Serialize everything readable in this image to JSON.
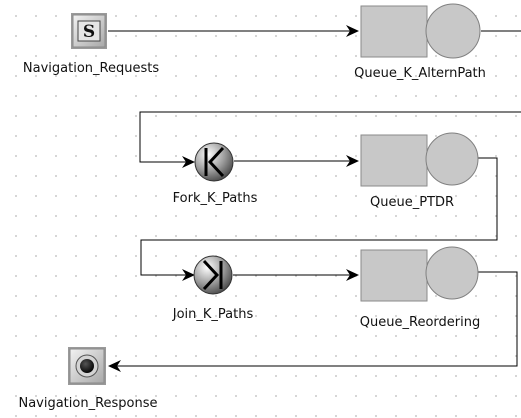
{
  "nodes": {
    "source": {
      "label": "Navigation_Requests",
      "symbol": "S"
    },
    "queue_altern": {
      "label": "Queue_K_AlternPath"
    },
    "fork": {
      "label": "Fork_K_Paths",
      "symbol": "K"
    },
    "queue_ptdr": {
      "label": "Queue_PTDR"
    },
    "join": {
      "label": "Join_K_Paths",
      "symbol": "K"
    },
    "queue_reorder": {
      "label": "Queue_Reordering"
    },
    "sink": {
      "label": "Navigation_Response"
    }
  },
  "colors": {
    "queue_fill": "#c8c8c8",
    "queue_stroke": "#808080",
    "edge": "#000000",
    "grid_dot": "#c9c9c9"
  }
}
